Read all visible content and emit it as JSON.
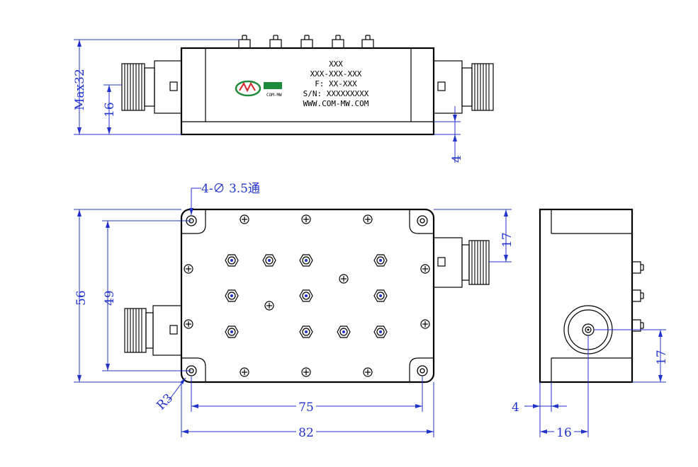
{
  "label": {
    "line1": "XXX",
    "line2": "XXX-XXX-XXX",
    "line3": "F: XX-XXX",
    "line4": "S/N: XXXXXXXXX",
    "line5": "WWW.COM-MW.COM",
    "logo_text": "MW",
    "logo_caption": "COM-MW"
  },
  "dimensions": {
    "max_height": "Max32",
    "connector_height": "16",
    "bottom_offset": "4",
    "mounting_holes": "4-∅ 3.5通",
    "width_outer": "56",
    "width_holes": "49",
    "connector_offset": "17",
    "corner_radius": "R3",
    "hole_spacing": "75",
    "length": "82",
    "side_connector_offset": "17",
    "side_offset_small": "4",
    "side_offset": "16"
  },
  "colors": {
    "outline": "#000000",
    "dimension": "#2233cc",
    "logo_red": "#d8262e",
    "logo_green": "#1f8a3c"
  }
}
